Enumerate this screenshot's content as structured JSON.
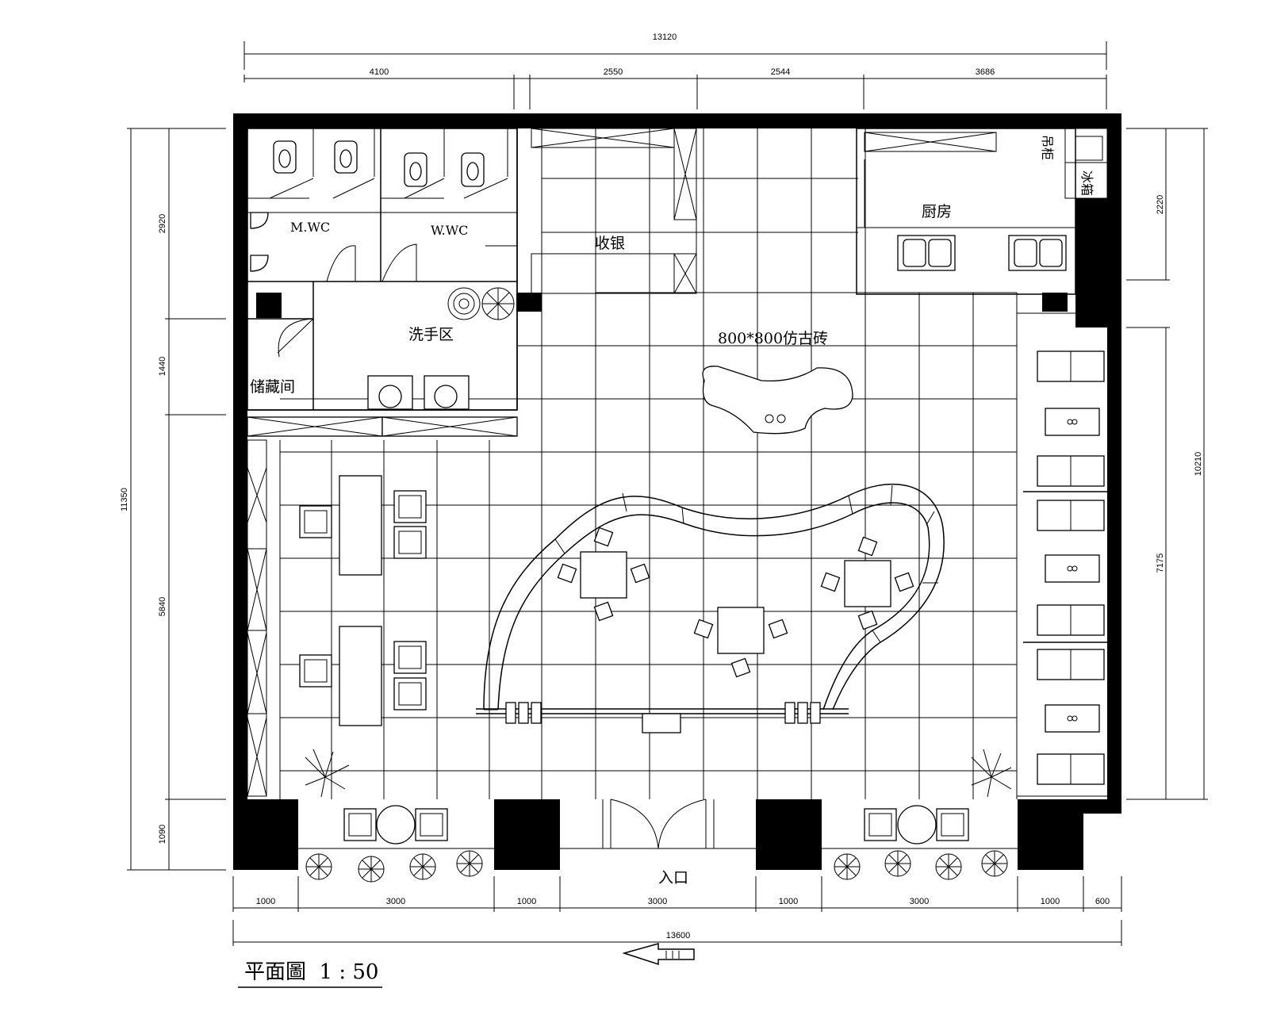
{
  "drawing": {
    "title": "平面圖  1 : 50",
    "entrance_label": "入口"
  },
  "rooms": {
    "mens_wc": "M.WC",
    "womens_wc": "W.WC",
    "cashier": "收银",
    "kitchen": "厨房",
    "wash_area": "洗手区",
    "storage": "储藏间",
    "floor_tile": "800*800仿古砖",
    "kitchen_side_1": "吊柜",
    "kitchen_side_2": "冰箱"
  },
  "dimensions": {
    "top_total": "13120",
    "top_segments": [
      "4100",
      "2550",
      "2544",
      "3686"
    ],
    "bottom_segments": [
      "1000",
      "3000",
      "1000",
      "3000",
      "1000",
      "3000",
      "1000",
      "600"
    ],
    "bottom_total": "13600",
    "left_total": "11350",
    "left_segments": [
      "2920",
      "1440",
      "5840",
      "1090"
    ],
    "right_segments": [
      "2220",
      "7175"
    ],
    "right_total": "10210"
  }
}
